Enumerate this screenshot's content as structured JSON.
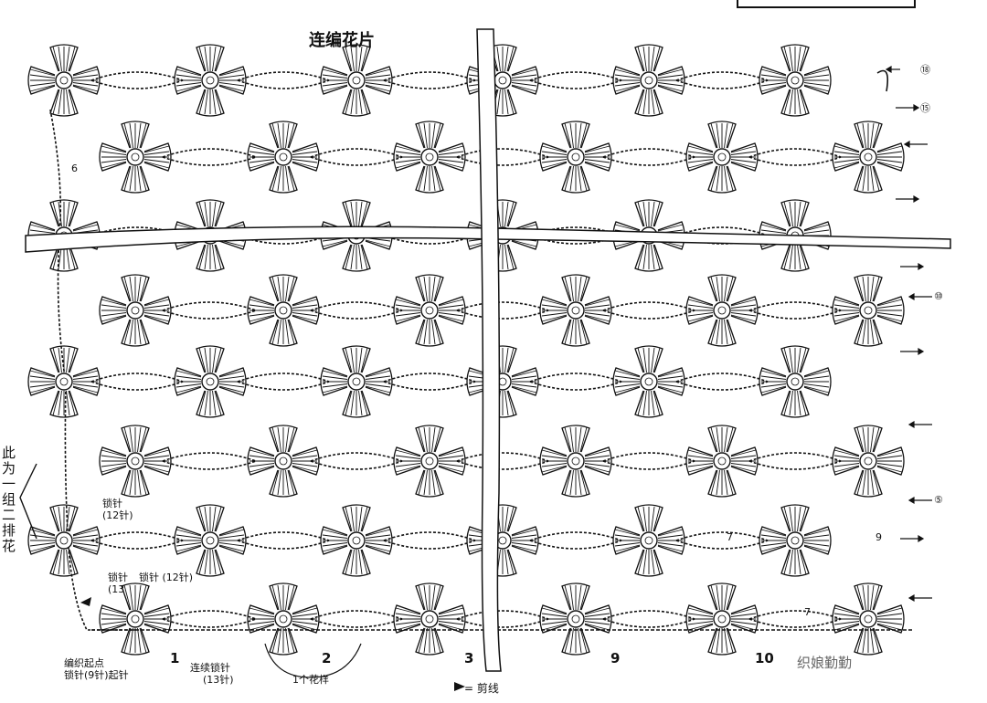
{
  "title": "连编花片",
  "side_note": "此为一组二排花",
  "start_note": [
    "编织起点",
    "锁针(9针)起针"
  ],
  "chain_note": [
    "连续锁针",
    "(13针)"
  ],
  "motif_note": "1个花样",
  "chain12": [
    "锁针",
    "(12针)"
  ],
  "chain13": [
    "锁针",
    "(13"
  ],
  "chain12b": "锁针  (12针)",
  "motif_numbers": [
    "1",
    "2",
    "3",
    "9",
    "10"
  ],
  "inner_counts": [
    "6",
    "7",
    "9",
    "7"
  ],
  "row_labels": [
    "⑱",
    "⑮",
    "⑩",
    "⑤"
  ],
  "legend": "= 剪线",
  "watermark": "织娘勤勤",
  "colors": {
    "line": "#111111",
    "paper": "#ffffff",
    "muted": "#666666"
  }
}
